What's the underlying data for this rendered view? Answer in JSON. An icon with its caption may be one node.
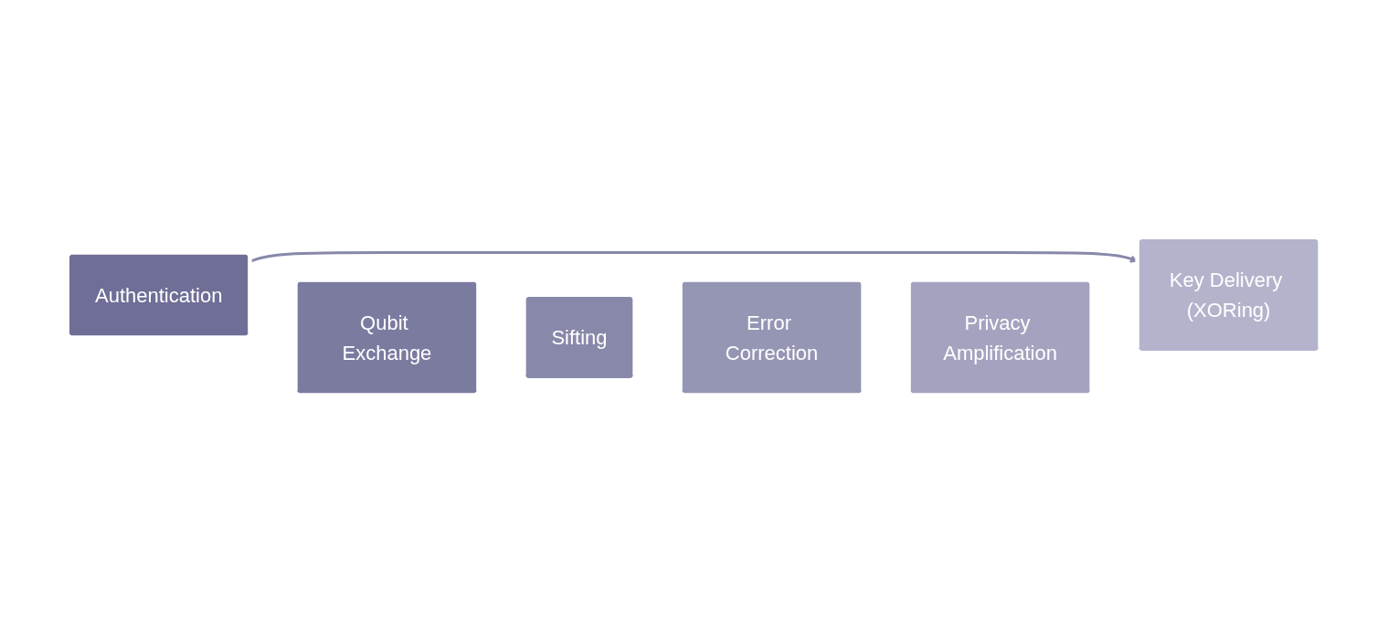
{
  "diagram": {
    "nodes": [
      {
        "text": [
          "Authentication"
        ]
      },
      {
        "text": [
          "Qubit Exchange"
        ]
      },
      {
        "text": [
          "Sifting"
        ]
      },
      {
        "text": [
          "Error Correction"
        ]
      },
      {
        "text": [
          "Privacy Amplification"
        ]
      },
      {
        "text": [
          "Key Delivery (XORing)"
        ]
      }
    ],
    "edges": [
      {
        "from": 0,
        "to": 5,
        "arrow": "to"
      }
    ]
  }
}
